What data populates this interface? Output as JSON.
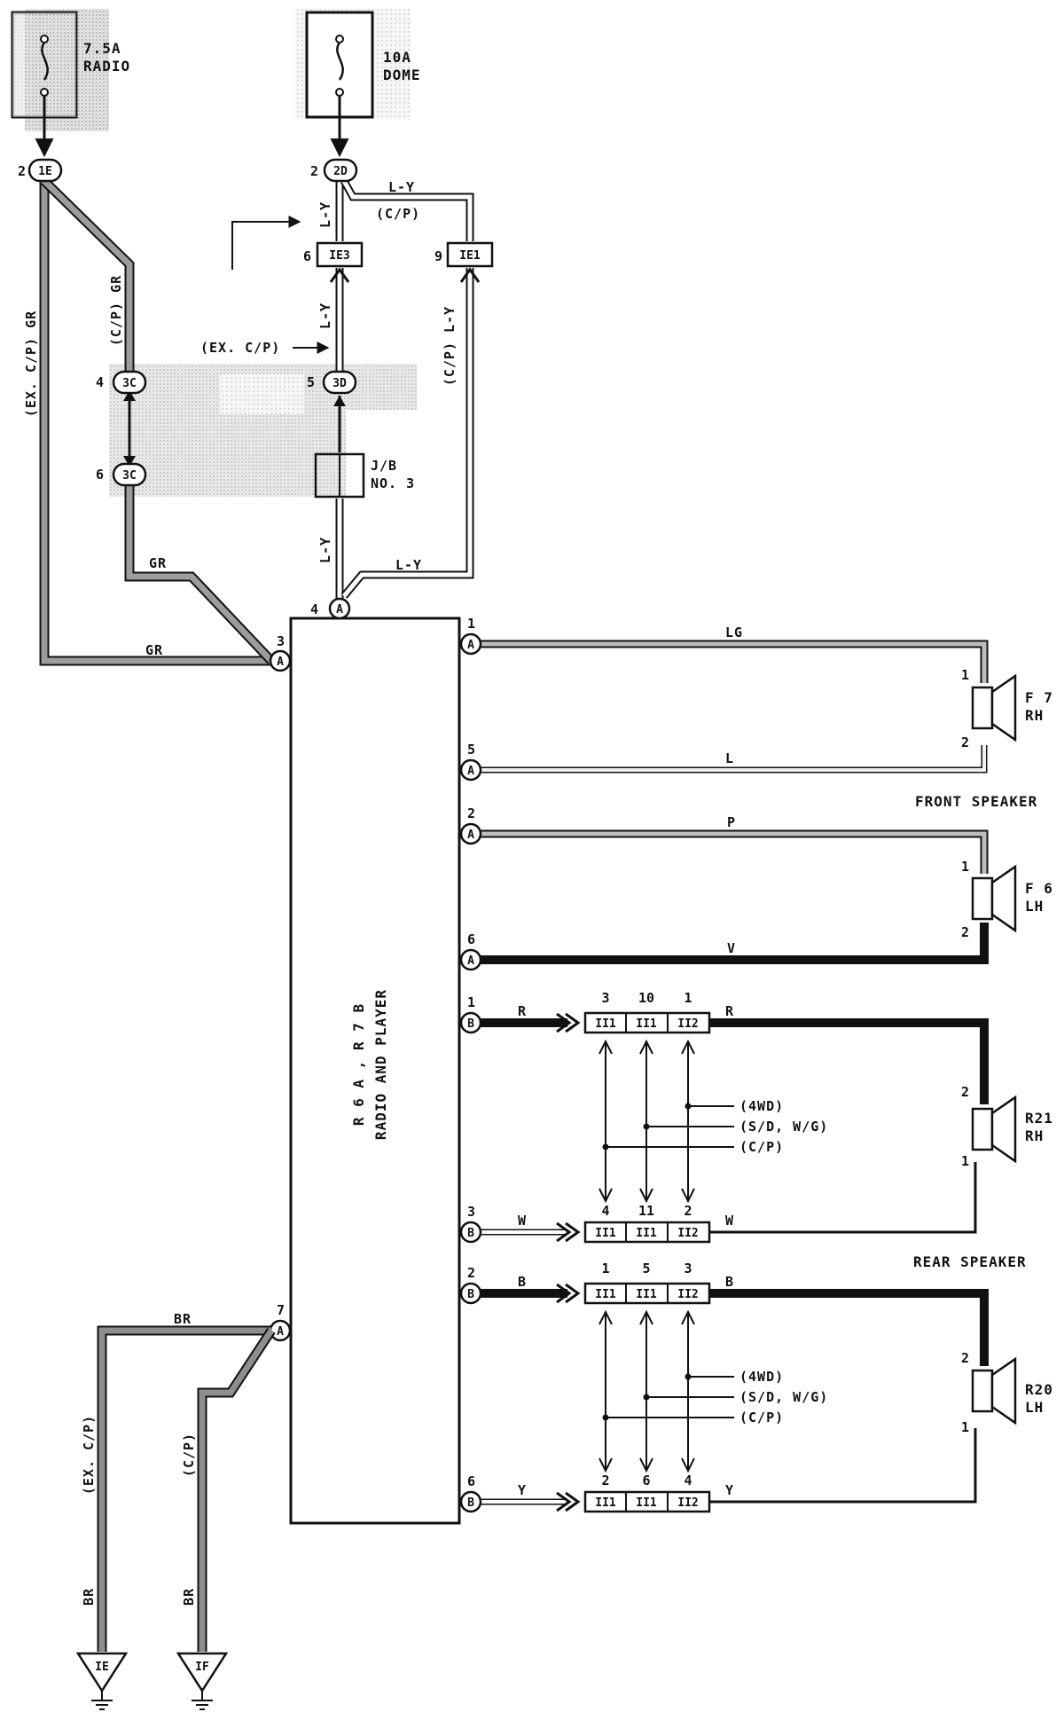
{
  "fuses": {
    "radio": {
      "amp": "7.5A",
      "name": "RADIO"
    },
    "dome": {
      "amp": "10A",
      "name": "DOME"
    }
  },
  "connectors": {
    "1E": "1E",
    "2D": "2D",
    "3C": "3C",
    "3D": "3D",
    "IE3": "IE3",
    "IE1": "IE1",
    "A": "A",
    "B": "B",
    "II1": "II1",
    "II2": "II2",
    "IE": "IE",
    "IF": "IF"
  },
  "pins": {
    "1E": "2",
    "2D": "2",
    "IE3": "6",
    "IE1": "9",
    "3C_top": "4",
    "3C_bot": "6",
    "3D": "5",
    "A4": "4",
    "A3": "3",
    "A7": "7",
    "A1": "1",
    "A5": "5",
    "A2": "2",
    "A6": "6",
    "B1": "1",
    "B3": "3",
    "B2": "2",
    "B6": "6"
  },
  "wires": {
    "gr": "GR",
    "ly": "L-Y",
    "lg": "LG",
    "l": "L",
    "p": "P",
    "v": "V",
    "r": "R",
    "w": "W",
    "b": "B",
    "y": "Y",
    "br": "BR"
  },
  "conditions": {
    "ex_cp": "(EX. C/P)",
    "cp": "(C/P)",
    "ex_cp_gr": "(EX. C/P) GR",
    "cp_gr": "(C/P) GR",
    "cp_ly": "(C/P) L-Y",
    "fwd": "(4WD)",
    "sdwg": "(S/D, W/G)"
  },
  "junction": {
    "line1": "J/B",
    "line2": "NO. 3"
  },
  "unit": {
    "line1": "R 6 A , R 7 B",
    "line2": "RADIO AND PLAYER"
  },
  "speakers": {
    "f7": {
      "id": "F 7",
      "side": "RH"
    },
    "f6": {
      "id": "F 6",
      "side": "LH"
    },
    "r21": {
      "id": "R21",
      "side": "RH"
    },
    "r20": {
      "id": "R20",
      "side": "LH"
    },
    "front_label": "FRONT SPEAKER",
    "rear_label": "REAR SPEAKER",
    "pin1": "1",
    "pin2": "2"
  },
  "jpins": {
    "top1": [
      "3",
      "10",
      "1"
    ],
    "bot1": [
      "4",
      "11",
      "2"
    ],
    "top2": [
      "1",
      "5",
      "3"
    ],
    "bot2": [
      "2",
      "6",
      "4"
    ]
  }
}
